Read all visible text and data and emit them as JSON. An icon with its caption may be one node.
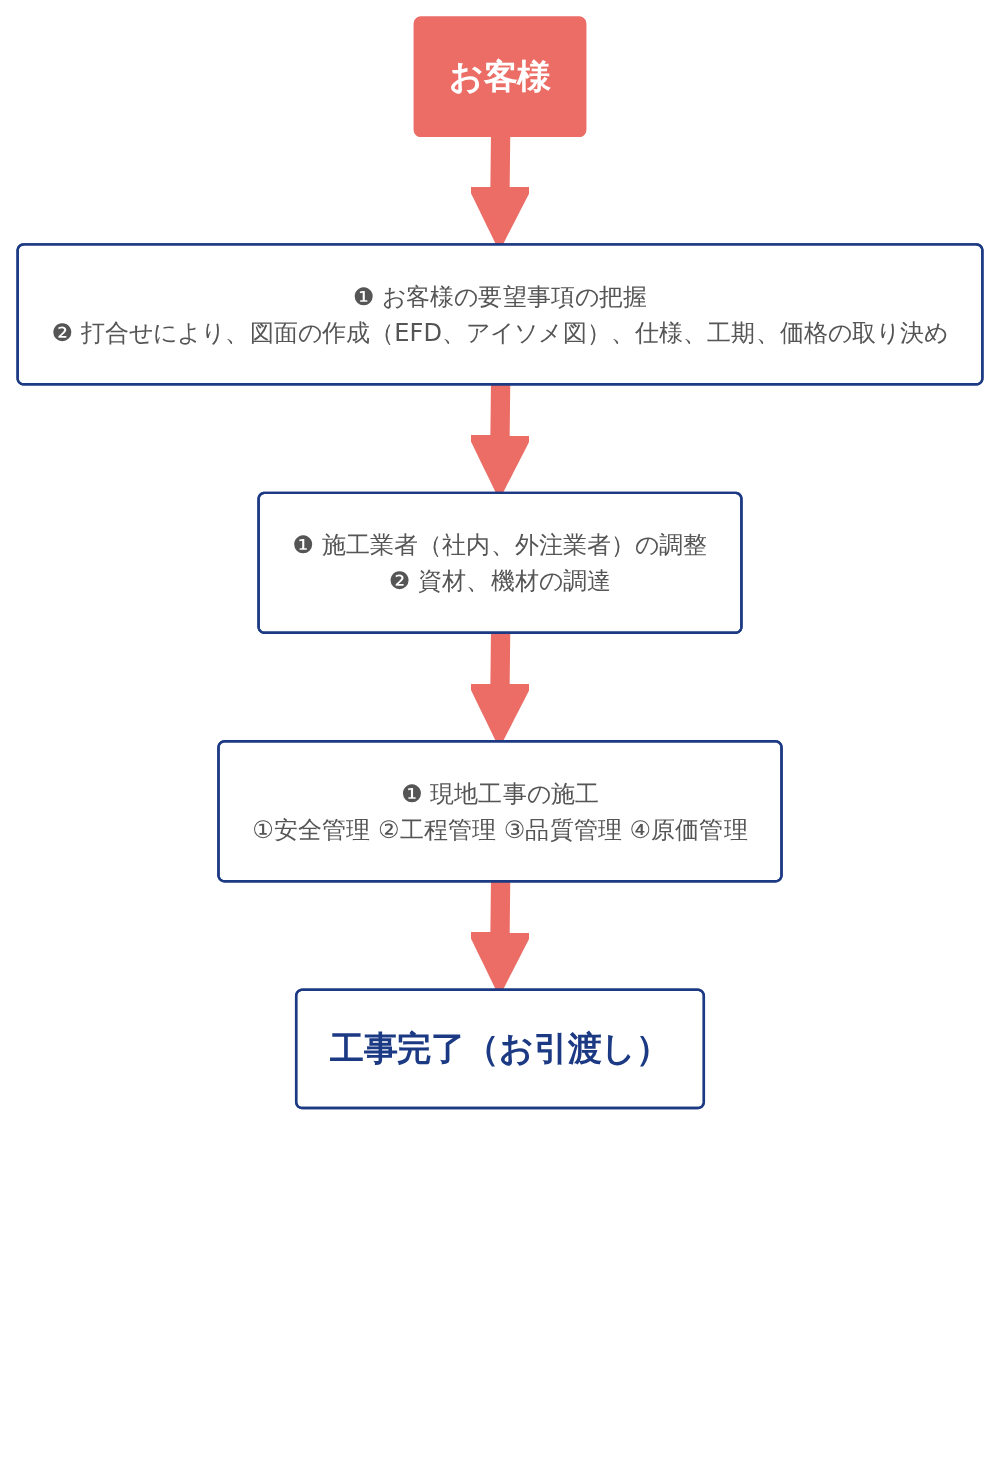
{
  "diagram": {
    "nodes": [
      {
        "text": [
          "お客様"
        ]
      },
      {
        "text": [
          "❶ お客様の要望事項の把握",
          "❷ 打合せにより、図面の作成（EFD、アイソメ図）、仕様、工期、価格の取り決め"
        ]
      },
      {
        "text": [
          "❶ 施工業者（社内、外注業者）の調整",
          "❷ 資材、機材の調達"
        ]
      },
      {
        "text": [
          "❶ 現地工事の施工",
          "①安全管理 ②工程管理 ③品質管理 ④原価管理"
        ]
      },
      {
        "text": [
          "工事完了（お引渡し）"
        ]
      }
    ],
    "edges": [
      {
        "from": 0,
        "to": 1,
        "arrow": "to",
        "color": "#ec6d66"
      },
      {
        "from": 1,
        "to": 2,
        "arrow": "to",
        "color": "#ec6d66"
      },
      {
        "from": 2,
        "to": 3,
        "arrow": "to",
        "color": "#ec6d66"
      },
      {
        "from": 3,
        "to": 4,
        "arrow": "to",
        "color": "#ec6d66"
      }
    ]
  }
}
